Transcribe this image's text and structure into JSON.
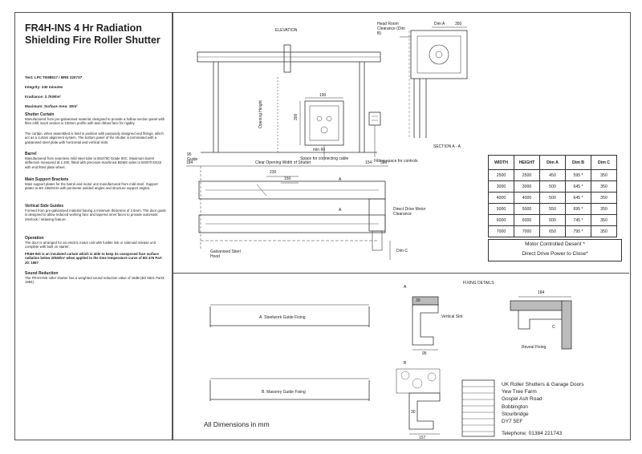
{
  "title": "FR4H-INS 4 Hr Radiation Shielding Fire Roller Shutter",
  "specs": {
    "test": "Test: LPC TE88517 / BRE 220737",
    "integrity": "Integrity: 240 minutes",
    "irradiance": "Irradiance: 2.7kW/m²",
    "max_area": "Maximum: Surface Area: 30m²"
  },
  "sections": [
    {
      "heading": "Shutter Curtain",
      "body": "Manufactured from pre-galvanised material, designed to provide a hollow section panel with fibre infill. Each section is 100mm profile with twin ribbed face for rigidity."
    },
    {
      "heading": "",
      "body": "The curtain, when assembled is held in position with purposely designed end fittings, which act as a curtain alignment system. The bottom panel of the shutter is terminated with a galvanised steel plate with horizontal and vertical slots."
    },
    {
      "heading": "Barrel",
      "body": "Manufactured from seamless mild steel tube to BS4760 Grade 50C. Maximum barrel deflection measured at 1:400, fitted with precision-machined BDMS axles to BS970 EN33 with end fitted plate wheel."
    },
    {
      "heading": "Main Support Brackets",
      "body": "Main support plates for the barrel and motor unit manufactured from mild steel. Support plates to BS 4360/43A with perimeter welded angles and structure support angles."
    },
    {
      "heading": "Vertical Side Guides",
      "body": "Formed from pre-galvanised material having a minimum thickness of 2.5mm. The door guide is designed to allow reduced working face and tapered inner faces to provide automatic interlock / retaining feature."
    },
    {
      "heading": "Operation",
      "body": "The door is arranged for an electric motor unit with fusible link or solenoid release unit complete with built on starter."
    },
    {
      "heading": "",
      "body": "FR4H-INS is an insulated curtain which is able to keep its unexposed face surface radiation below 20kW/m² when applied to the time temperature curve of BS 476 Part 20: 1987",
      "bold": true
    },
    {
      "heading": "Sound Reduction",
      "body": "The FR4H-INS roller shutter has a weighted sound reduction value of 18dB (BS 5821 Part3: 1984)."
    }
  ],
  "labels": {
    "elevation": "ELEVATION",
    "head_room": "Head Room Clearance (Dim B)",
    "dim_a": "Dim A",
    "dim_350": "350",
    "opening_height": "Opening Height",
    "dim_190": "190",
    "dim_300": "300",
    "min_60": "min 60",
    "space_cable": "Space for connecting cable",
    "fitting_space": "Fitting space for controls",
    "section_aa": "SECTION A - A",
    "guide_95": "95",
    "guide": "Guide",
    "dim_184": "184",
    "clear_opening": "Clear Opening Width of Shutter",
    "dim_154": "154",
    "dim_336": "336",
    "dim_230": "230",
    "dim_150": "150",
    "a_upper": "A",
    "a_lower": "A",
    "direct_drive": "Direct Drive Motor Clearance",
    "galv_hood": "Galvanised Steel Hood",
    "dim_c": "Dim C",
    "fixing_details": "FIXING DETAILS",
    "fix_a": "A",
    "fix_30": "30",
    "vertical_slot": "Vertical Slot",
    "fix_95": "95",
    "fix_184": "184",
    "fix_c": "C",
    "reveal_fixing": "Reveal Fixing",
    "steelwork": "A. Steelwork Guide Fixing",
    "masonry": "B. Masonry Guide Fixing",
    "fix_b": "B",
    "fix_30b": "30",
    "fix_157": "157",
    "all_dims": "All Dimensions in mm"
  },
  "table": {
    "headers": [
      "WIDTH",
      "HEIGHT",
      "Dim A",
      "Dim B",
      "Dim C"
    ],
    "rows": [
      [
        "2500",
        "2500",
        "450",
        "595 *",
        "350"
      ],
      [
        "3000",
        "3000",
        "500",
        "645 *",
        "350"
      ],
      [
        "4000",
        "4000",
        "500",
        "645 *",
        "350"
      ],
      [
        "5000",
        "5000",
        "550",
        "695 *",
        "350"
      ],
      [
        "6000",
        "6000",
        "600",
        "745 *",
        "350"
      ],
      [
        "7000",
        "7000",
        "650",
        "795 *",
        "350"
      ]
    ],
    "note1": "Motor Controlled Desent *",
    "note2": "Direct Drive Power to Close*"
  },
  "address": {
    "line1": "UK Roller Shutters & Garage Doors",
    "line2": "Yew Tree Farm",
    "line3": "Gospel Ash Road",
    "line4": "Bobbington",
    "line5": "Stourbridge",
    "line6": "DY7 5EF",
    "phone": "Telephone: 01384 221743"
  }
}
